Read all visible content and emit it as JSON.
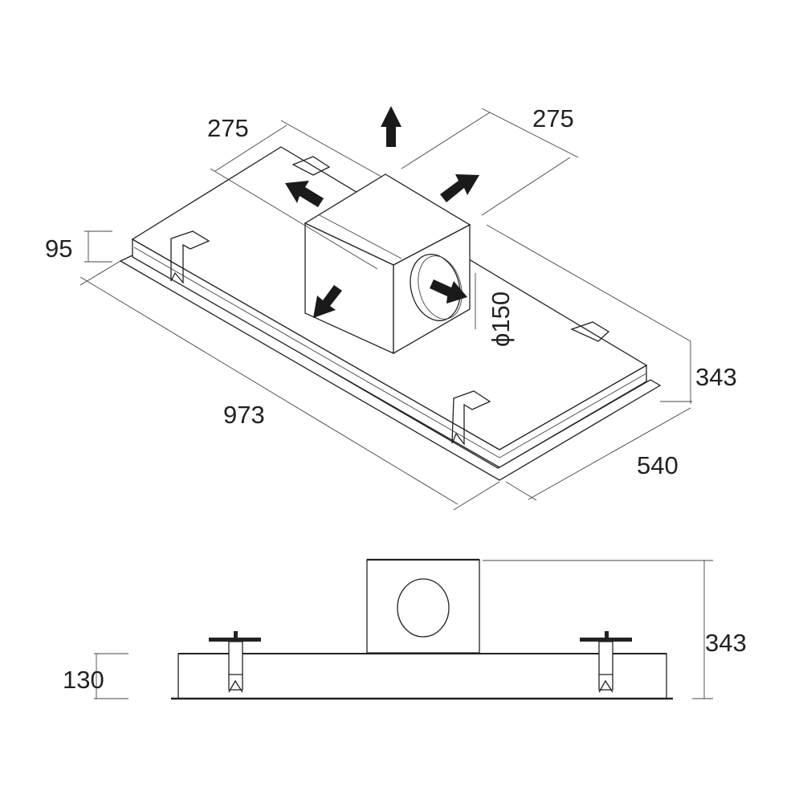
{
  "title": "Ceiling hood dimensional drawing",
  "top_view": {
    "dim_offset_left": "275",
    "dim_offset_right": "275",
    "dim_frame_height": "95",
    "dim_length": "973",
    "dim_width": "540",
    "dim_total_height": "343",
    "dim_outlet_diameter": "ϕ150"
  },
  "side_view": {
    "dim_body_height": "130",
    "dim_total_height": "343"
  },
  "colors": {
    "line": "#222222",
    "arrow": "#1a1a1a",
    "background": "#ffffff"
  }
}
